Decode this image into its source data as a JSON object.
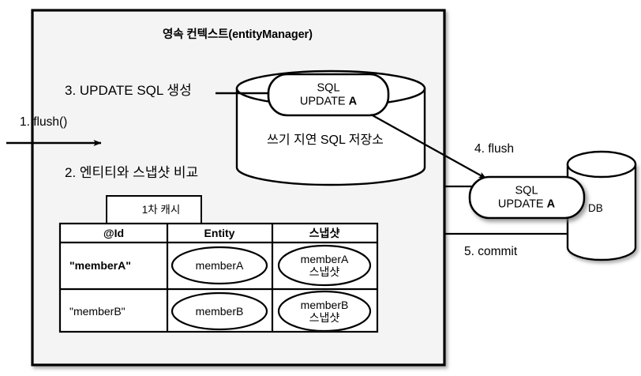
{
  "diagram": {
    "title": "영속 컨텍스트(entityManager)",
    "steps": {
      "step1": "1. flush()",
      "step2": "2. 엔티티와 스냅샷 비교",
      "step3": "3. UPDATE SQL 생성",
      "step4": "4. flush",
      "step5": "5. commit"
    },
    "write_behind_store": {
      "label": "쓰기 지연 SQL 저장소",
      "sql_box": {
        "line1": "SQL",
        "line2_prefix": "UPDATE ",
        "line2_target": "A"
      }
    },
    "database": {
      "label": "DB",
      "sql_box": {
        "line1": "SQL",
        "line2_prefix": "UPDATE ",
        "line2_target": "A"
      }
    },
    "first_level_cache": {
      "tab_label": "1차 캐시",
      "columns": [
        "@Id",
        "Entity",
        "스냅샷"
      ],
      "rows": [
        {
          "id": "\"memberA\"",
          "id_bold": true,
          "entity": "memberA",
          "snapshot_line1": "memberA",
          "snapshot_line2": "스냅샷"
        },
        {
          "id": "\"memberB\"",
          "id_bold": false,
          "entity": "memberB",
          "snapshot_line1": "memberB",
          "snapshot_line2": "스냅샷"
        }
      ]
    },
    "colors": {
      "context_fill": "#f4f4f4",
      "stroke": "#000000",
      "shape_fill": "#ffffff",
      "text": "#000000"
    }
  }
}
